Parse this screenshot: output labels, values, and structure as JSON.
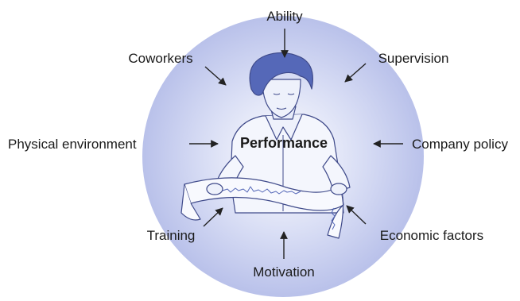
{
  "diagram": {
    "center_label": "Performance",
    "factors": {
      "top": "Ability",
      "top_left": "Coworkers",
      "top_right": "Supervision",
      "left": "Physical environment",
      "right": "Company policy",
      "bottom_left": "Training",
      "bottom_right": "Economic factors",
      "bottom": "Motivation"
    },
    "colors": {
      "halo_center": "#dfe3f6",
      "halo_edge": "#b9c1ea",
      "hair": "#5568b8",
      "outline": "#3f4a8a",
      "arrow": "#222222"
    },
    "illustration": "worker-reading-printout"
  }
}
